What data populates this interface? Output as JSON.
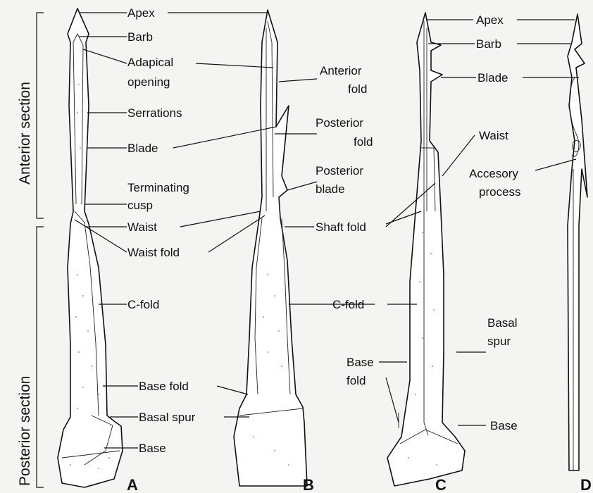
{
  "sections": {
    "anterior": "Anterior section",
    "posterior": "Posterior section"
  },
  "panels": {
    "a": "A",
    "b": "B",
    "c": "C",
    "d": "D"
  },
  "labels_a": {
    "apex": "Apex",
    "barb": "Barb",
    "adapical_1": "Adapical",
    "adapical_2": "opening",
    "serrations": "Serrations",
    "blade": "Blade",
    "terminating_1": "Terminating",
    "terminating_2": "cusp",
    "waist": "Waist",
    "waist_fold": "Waist  fold",
    "c_fold": "C-fold",
    "base_fold": "Base fold",
    "basal_spur": "Basal spur",
    "base": "Base"
  },
  "labels_b": {
    "anterior_fold_1": "Anterior",
    "anterior_fold_2": "fold",
    "posterior_fold_1": "Posterior",
    "posterior_fold_2": "fold",
    "posterior_blade_1": "Posterior",
    "posterior_blade_2": "blade",
    "shaft_fold": "Shaft fold",
    "c_fold": "C-fold",
    "base_fold_1": "Base",
    "base_fold_2": "fold"
  },
  "labels_c": {
    "apex": "Apex",
    "barb": "Barb",
    "blade": "Blade",
    "waist": "Waist",
    "accessory_1": "Accesory",
    "accessory_2": "process",
    "basal_spur_1": "Basal",
    "basal_spur_2": "spur",
    "base": "Base"
  }
}
